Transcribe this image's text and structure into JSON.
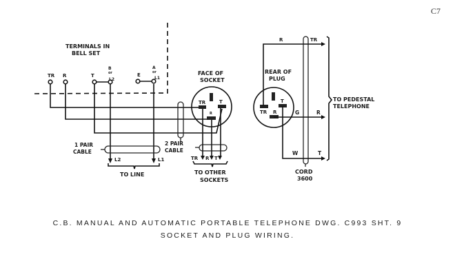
{
  "page_ref": "C7",
  "bell_set": {
    "title_line1": "TERMINALS IN",
    "title_line2": "BELL SET",
    "terminals": {
      "tr": "TR",
      "r": "R",
      "t": "T",
      "b_top": "B",
      "b_or": "or",
      "b_bottom": "L2",
      "e": "E",
      "a_top": "A",
      "a_or": "or",
      "a_bottom": "L1"
    }
  },
  "socket": {
    "title_line1": "FACE OF",
    "title_line2": "SOCKET",
    "pins": {
      "tr": "TR",
      "r": "R",
      "t": "T"
    }
  },
  "cables": {
    "one_pair_line1": "1 PAIR",
    "one_pair_line2": "CABLE",
    "two_pair_line1": "2 PAIR",
    "two_pair_line2": "CABLE",
    "l2": "L2",
    "l1": "L1",
    "to_line": "TO LINE",
    "other_tr": "TR",
    "other_r": "R",
    "other_t": "T",
    "to_other_line1": "TO OTHER",
    "to_other_line2": "SOCKETS"
  },
  "plug": {
    "title_line1": "REAR OF",
    "title_line2": "PLUG",
    "pins": {
      "tr": "TR",
      "r": "R",
      "t": "T"
    },
    "wires": {
      "r_top": "R",
      "tr_top": "TR",
      "g": "G",
      "r_mid": "R",
      "w": "W",
      "t_bottom": "T"
    },
    "to_pedestal_line1": "TO PEDESTAL",
    "to_pedestal_line2": "TELEPHONE",
    "cord_line1": "CORD",
    "cord_line2": "3600"
  },
  "caption": {
    "line1": "C.B. MANUAL AND AUTOMATIC PORTABLE TELEPHONE DWG. C993 SHT. 9",
    "line2": "SOCKET AND PLUG WIRING."
  }
}
